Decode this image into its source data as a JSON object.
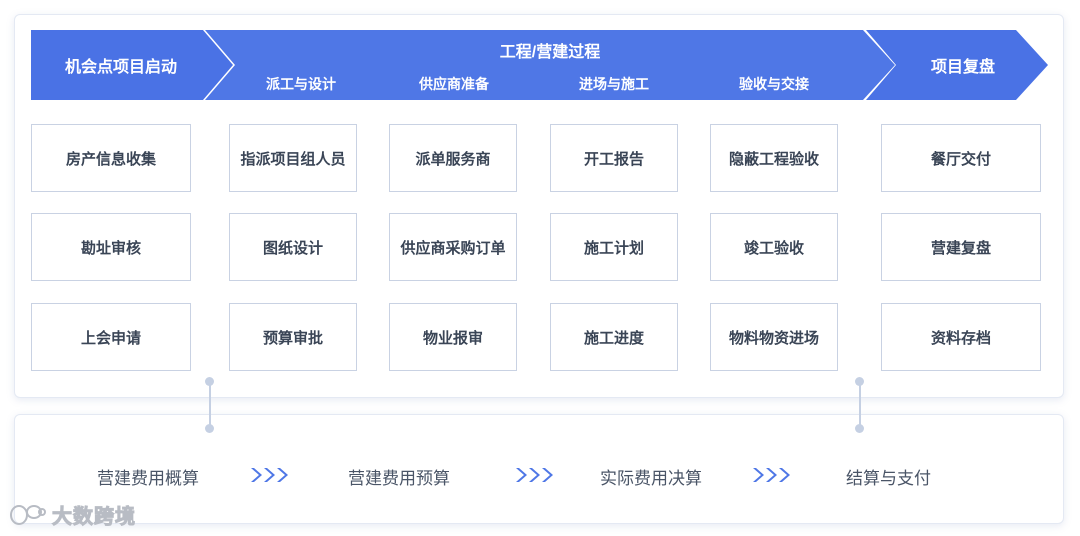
{
  "banner": {
    "left": "机会点项目启动",
    "middle_title": "工程/营建过程",
    "middle_subs": [
      "派工与设计",
      "供应商准备",
      "进场与施工",
      "验收与交接"
    ],
    "right": "项目复盘"
  },
  "columns": [
    [
      "房产信息收集",
      "勘址审核",
      "上会申请"
    ],
    [
      "指派项目组人员",
      "图纸设计",
      "预算审批"
    ],
    [
      "派单服务商",
      "供应商采购订单",
      "物业报审"
    ],
    [
      "开工报告",
      "施工计划",
      "施工进度"
    ],
    [
      "隐蔽工程验收",
      "竣工验收",
      "物料物资进场"
    ],
    [
      "餐厅交付",
      "营建复盘",
      "资料存档"
    ]
  ],
  "flow": [
    "营建费用概算",
    "营建费用预算",
    "实际费用决算",
    "结算与支付"
  ],
  "colors": {
    "banner": "#4f77e6",
    "arrow": "#4f77e6",
    "border": "#c9d2e3",
    "text": "#3a4556"
  },
  "watermark": "大数跨境"
}
